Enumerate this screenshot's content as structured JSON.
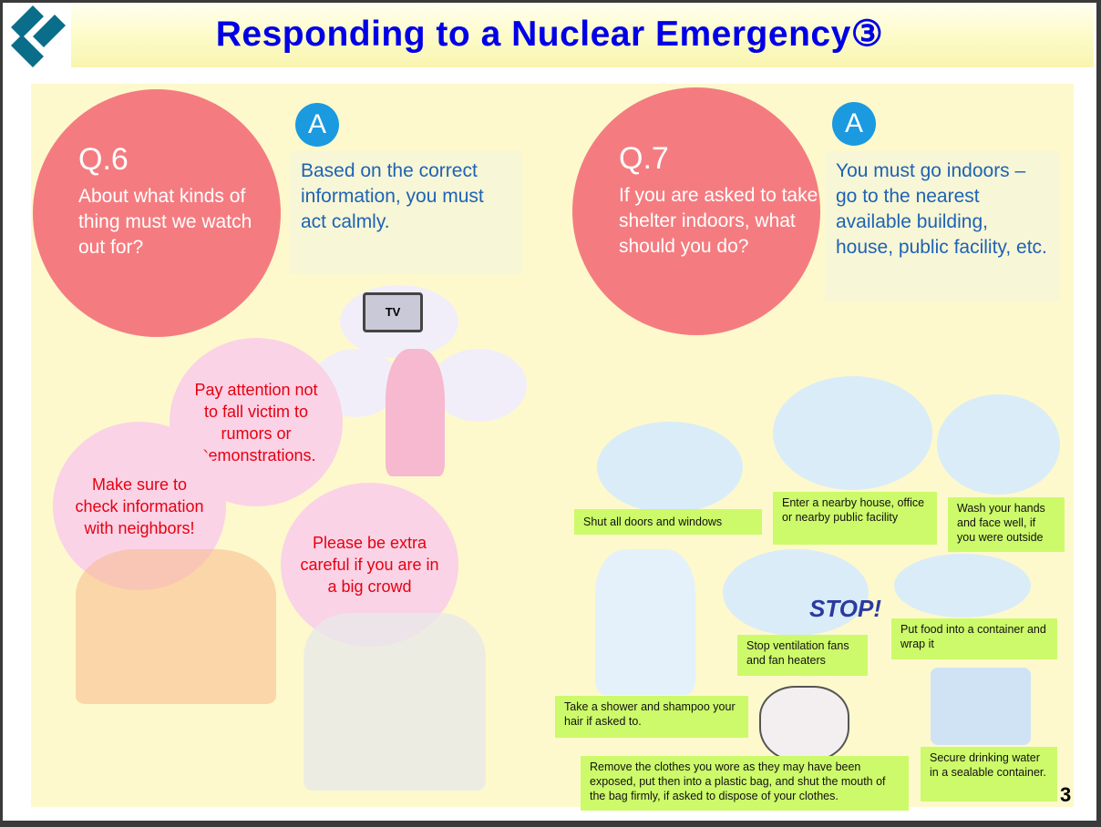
{
  "header": {
    "title": "Responding to a Nuclear Emergency③"
  },
  "q6": {
    "number": "Q.6",
    "question": "About what kinds of thing must we watch out for?",
    "answer_badge": "A",
    "answer": "Based on the correct information, you must act calmly."
  },
  "q7": {
    "number": "Q.7",
    "question": "If you are asked to take shelter indoors, what should you do?",
    "answer_badge": "A",
    "answer": "You must go indoors – go to the nearest available building, house, public facility, etc."
  },
  "bubbles": [
    "Pay attention not to fall victim to rumors or Demonstrations.",
    "Make sure to check information with neighbors!",
    "Please be extra careful if you are in a big crowd"
  ],
  "illustration_text": {
    "tv": "TV",
    "stop": "STOP!"
  },
  "actions": [
    "Shut all doors and windows",
    "Enter  a nearby house, office or nearby public facility",
    "Wash your hands and face well, if you were outside",
    "Stop ventilation fans and fan heaters",
    "Put food into a container and wrap it",
    "Take a shower and shampoo your hair if asked to.",
    "Remove the clothes you wore as they may have been exposed, put then into a plastic bag, and shut the mouth of the bag firmly, if asked to dispose of your clothes.",
    "Secure drinking water in a sealable container."
  ],
  "page_number": "3",
  "colors": {
    "title": "#0000e6",
    "question_circle": "#f47c80",
    "answer_badge": "#1b9ae0",
    "answer_text": "#1e63b5",
    "bubble": "#fad3e6",
    "bubble_text": "#e60012",
    "label": "#cdfa6a"
  }
}
